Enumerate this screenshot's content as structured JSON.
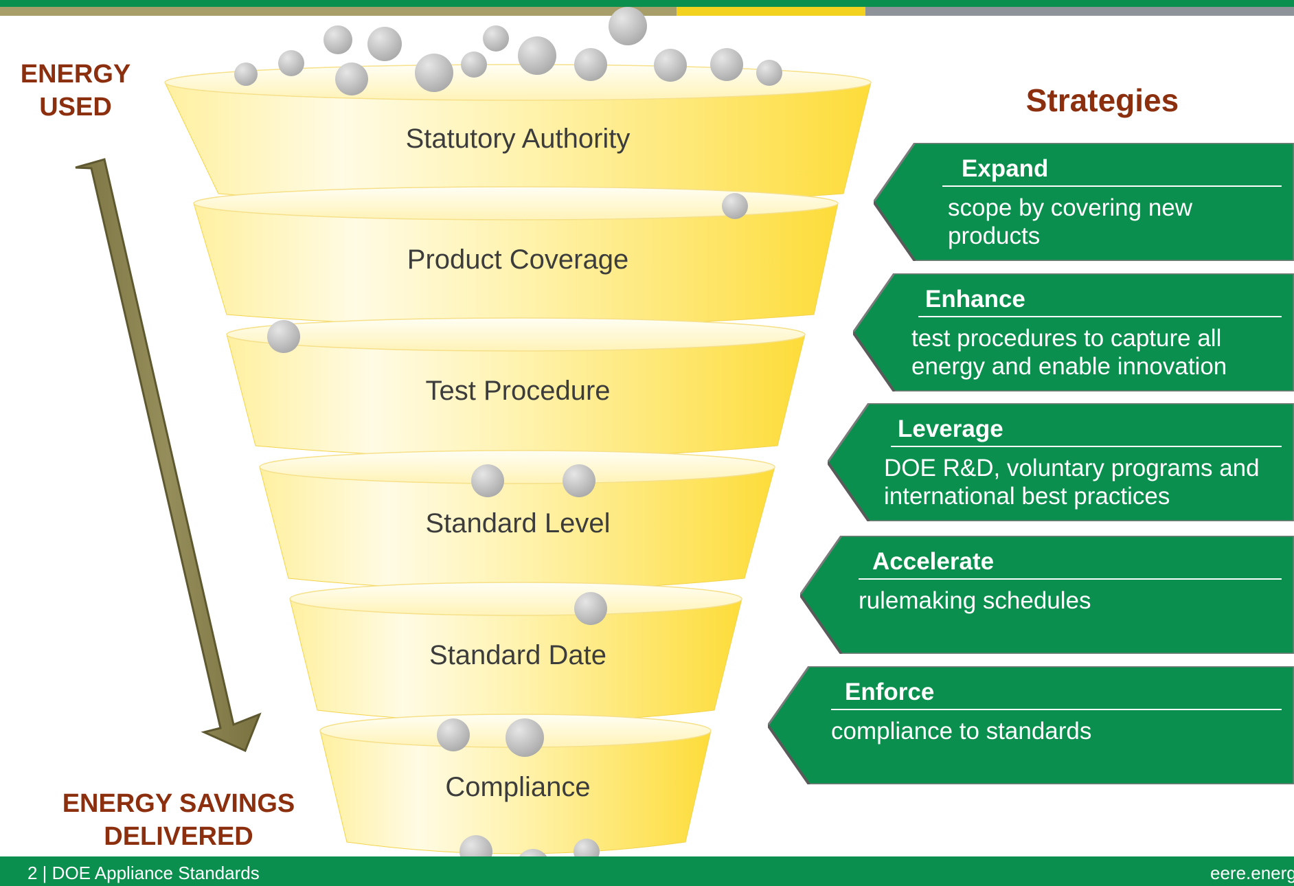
{
  "energy_used_label": "ENERGY\nUSED",
  "energy_savings_label": "ENERGY SAVINGS\nDELIVERED",
  "funnel_tiers": [
    "Statutory Authority",
    "Product Coverage",
    "Test Procedure",
    "Standard Level",
    "Standard Date",
    "Compliance"
  ],
  "strategies_heading": "Strategies",
  "strategies": [
    {
      "title": "Expand",
      "description": "scope  by covering  new products"
    },
    {
      "title": "Enhance",
      "description": "test procedures to capture all energy and enable innovation"
    },
    {
      "title": "Leverage",
      "description": "DOE R&D, voluntary programs and international best practices"
    },
    {
      "title": "Accelerate",
      "description": "rulemaking schedules"
    },
    {
      "title": "Enforce",
      "description": "compliance to standards"
    }
  ],
  "footer": {
    "left": "2 | DOE Appliance Standards",
    "right": "eere.energy.gov"
  },
  "colors": {
    "green": "#0a8f4e",
    "maroon_text": "#8b2f0e",
    "funnel_yellow": "#fde047",
    "arrow_olive": "#8a8250",
    "ball_gray": "#c4c4c4"
  }
}
